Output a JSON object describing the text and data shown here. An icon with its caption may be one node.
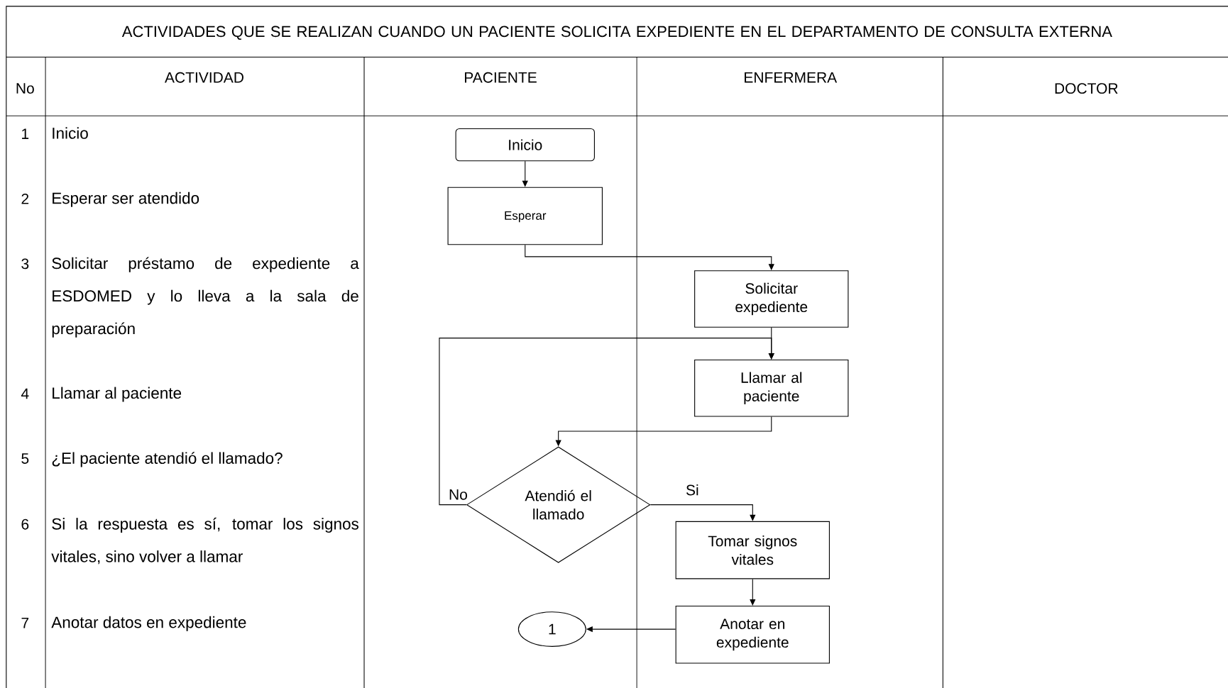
{
  "diagram": {
    "title": "ACTIVIDADES QUE SE REALIZAN CUANDO UN PACIENTE SOLICITA EXPEDIENTE EN EL DEPARTAMENTO DE CONSULTA EXTERNA",
    "nodes": [
      {
        "text": [
          "Inicio"
        ]
      },
      {
        "text": [
          "Esperar"
        ]
      },
      {
        "text": [
          "Solicitar expediente"
        ]
      },
      {
        "text": [
          "Llamar al paciente"
        ]
      },
      {
        "text": [
          "Atendió el llamado"
        ]
      },
      {
        "text": [
          "Tomar signos vitales"
        ]
      },
      {
        "text": [
          "Anotar en expediente"
        ]
      },
      {
        "text": [
          "1"
        ]
      }
    ],
    "edges": [
      {
        "from": 0,
        "to": 1,
        "arrow": "to"
      },
      {
        "from": 1,
        "to": 2,
        "arrow": "to"
      },
      {
        "from": 2,
        "to": 3,
        "arrow": "to"
      },
      {
        "from": 3,
        "to": 4,
        "arrow": "to"
      },
      {
        "from": 4,
        "to": 3,
        "arrow": "to",
        "label": "No"
      },
      {
        "from": 4,
        "to": 5,
        "arrow": "to",
        "label": "Si"
      },
      {
        "from": 5,
        "to": 6,
        "arrow": "to"
      },
      {
        "from": 6,
        "to": 7,
        "arrow": "to"
      }
    ],
    "labels": [
      "No",
      "ACTIVIDAD",
      "PACIENTE",
      "ENFERMERA",
      "DOCTOR",
      "1",
      "Inicio",
      "2",
      "Esperar ser atendido",
      "3",
      "Solicitar préstamo de expediente a ESDOMED y lo lleva a la sala de preparación",
      "4",
      "Llamar al paciente",
      "5",
      "¿El paciente atendió el llamado?",
      "6",
      "Si la respuesta es sí, tomar los signos vitales, sino volver a llamar",
      "7",
      "Anotar datos en expediente"
    ]
  }
}
